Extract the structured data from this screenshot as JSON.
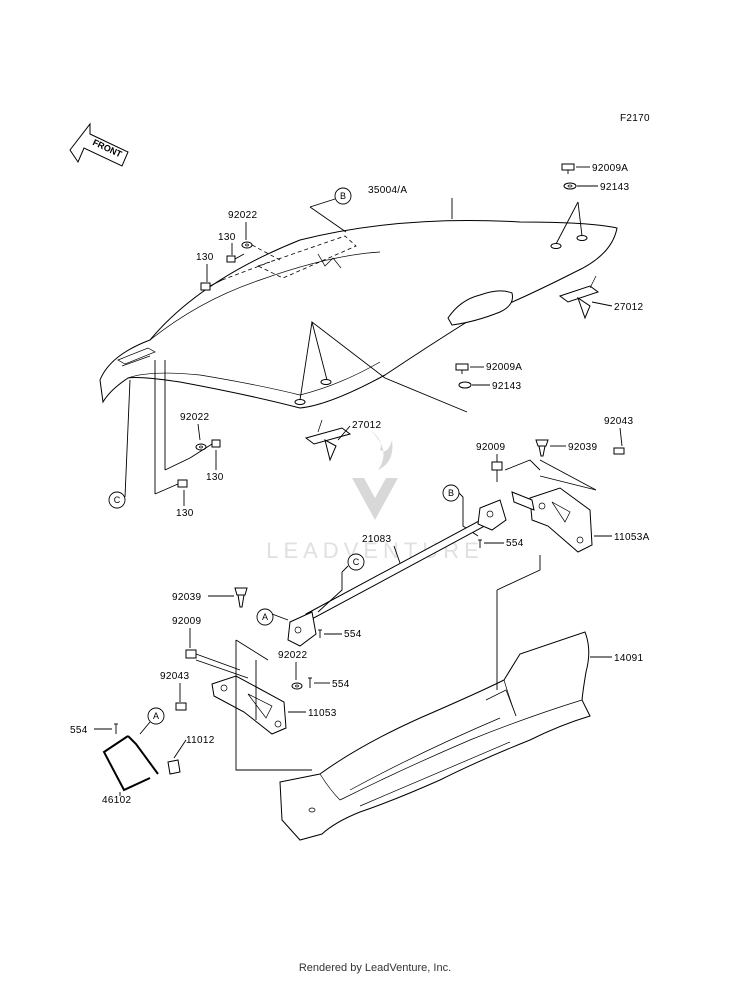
{
  "figure_id": "F2170",
  "front_label": "FRONT",
  "watermark": "LEADVENTURE",
  "footer": "Rendered by LeadVenture, Inc.",
  "callouts": {
    "a": "A",
    "b": "B",
    "c": "C"
  },
  "parts": {
    "p35004a": "35004/A",
    "p92009a_top": "92009A",
    "p92143_top": "92143",
    "p27012_right": "27012",
    "p92009a_mid": "92009A",
    "p92143_mid": "92143",
    "p27012_mid": "27012",
    "p92022_top": "92022",
    "p130_a": "130",
    "p130_b": "130",
    "p92022_left": "92022",
    "p130_c": "130",
    "p130_d": "130",
    "p92009_right": "92009",
    "p92039_right": "92039",
    "p92043_right": "92043",
    "p11053a": "11053A",
    "p21083": "21083",
    "p554_a": "554",
    "p92039_left": "92039",
    "p554_b": "554",
    "p92009_left": "92009",
    "p92022_bottom": "92022",
    "p554_c": "554",
    "p92043_left": "92043",
    "p11053": "11053",
    "p14091": "14091",
    "p554_d": "554",
    "p11012": "11012",
    "p46102": "46102"
  }
}
